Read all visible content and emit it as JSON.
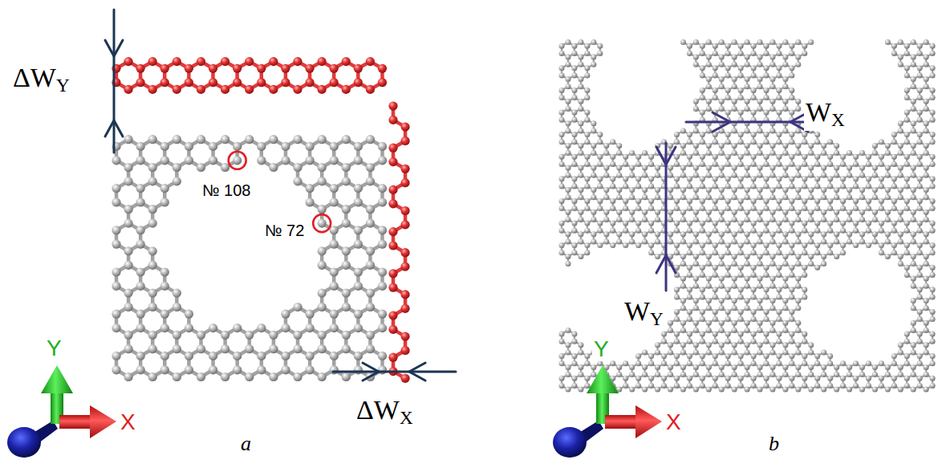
{
  "diagram": {
    "labels": [
      "ΔWY",
      "№ 108",
      "№ 72",
      "ΔWX",
      "Y",
      "X",
      "a",
      "WX",
      "WY",
      "Y",
      "X",
      "b"
    ]
  }
}
